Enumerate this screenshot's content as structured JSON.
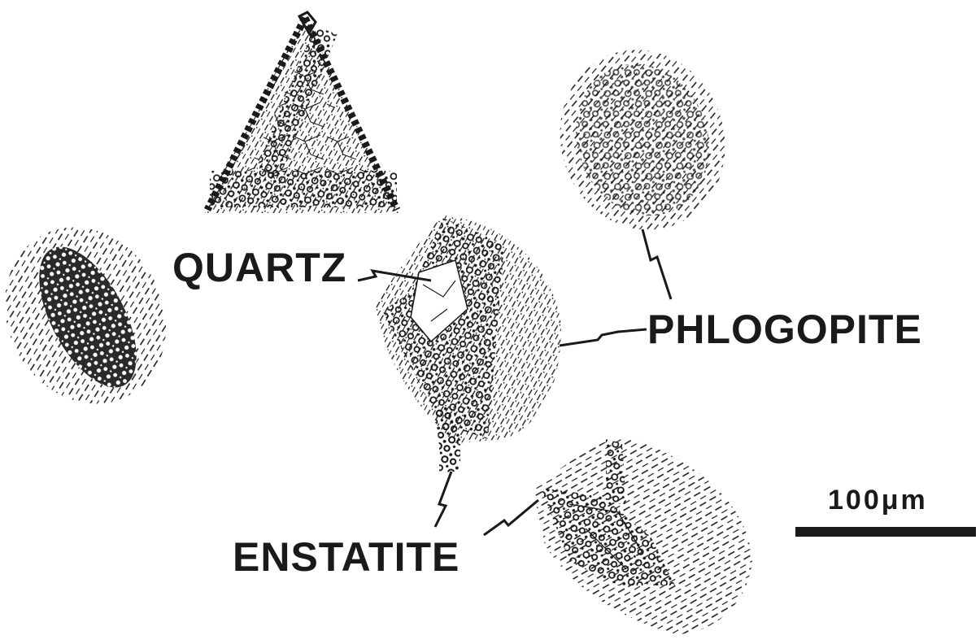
{
  "labels": {
    "quartz": "QUARTZ",
    "phlogopite": "PHLOGOPITE",
    "enstatite": "ENSTATITE"
  },
  "scale_bar": {
    "text": "100μm"
  },
  "colors": {
    "ink": "#1a1a1a",
    "background": "#ffffff"
  }
}
